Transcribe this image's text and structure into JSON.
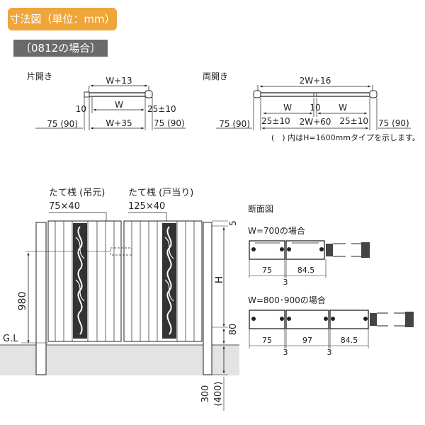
{
  "header": {
    "title": "寸法図（単位：mm）",
    "case": "〔0812の場合〕"
  },
  "single": {
    "title": "片開き",
    "top": "W+13",
    "gap": "10",
    "w": "W",
    "tol": "25±10",
    "left": "75 (90)",
    "bottom": "W+35",
    "right": "75 (90)"
  },
  "double": {
    "title": "両開き",
    "top": "2W+16",
    "w1": "W",
    "gap": "10",
    "w2": "W",
    "left": "75 (90)",
    "tol1": "25±10",
    "mid": "2W+60",
    "tol2": "25±10",
    "right": "75 (90)",
    "note": "(　) 内はH=1600mmタイプを示します。"
  },
  "elevation": {
    "post1_line1": "たて桟 (吊元)",
    "post1_line2": "75×40",
    "post2_line1": "たて桟 (戸当り)",
    "post2_line2": "125×40",
    "dim_980": "980",
    "gl": "G.L",
    "dim_5": "5",
    "dim_h": "H",
    "dim_80": "80",
    "dim_300": "300",
    "dim_400": "(400)"
  },
  "section": {
    "title": "断面図",
    "w700_title": "W=700の場合",
    "w700_a": "75",
    "w700_b": "84.5",
    "w700_c": "3",
    "w800_title": "W=800･900の場合",
    "w800_a": "75",
    "w800_b": "97",
    "w800_c": "84.5",
    "w800_d": "3",
    "w800_e": "3"
  }
}
